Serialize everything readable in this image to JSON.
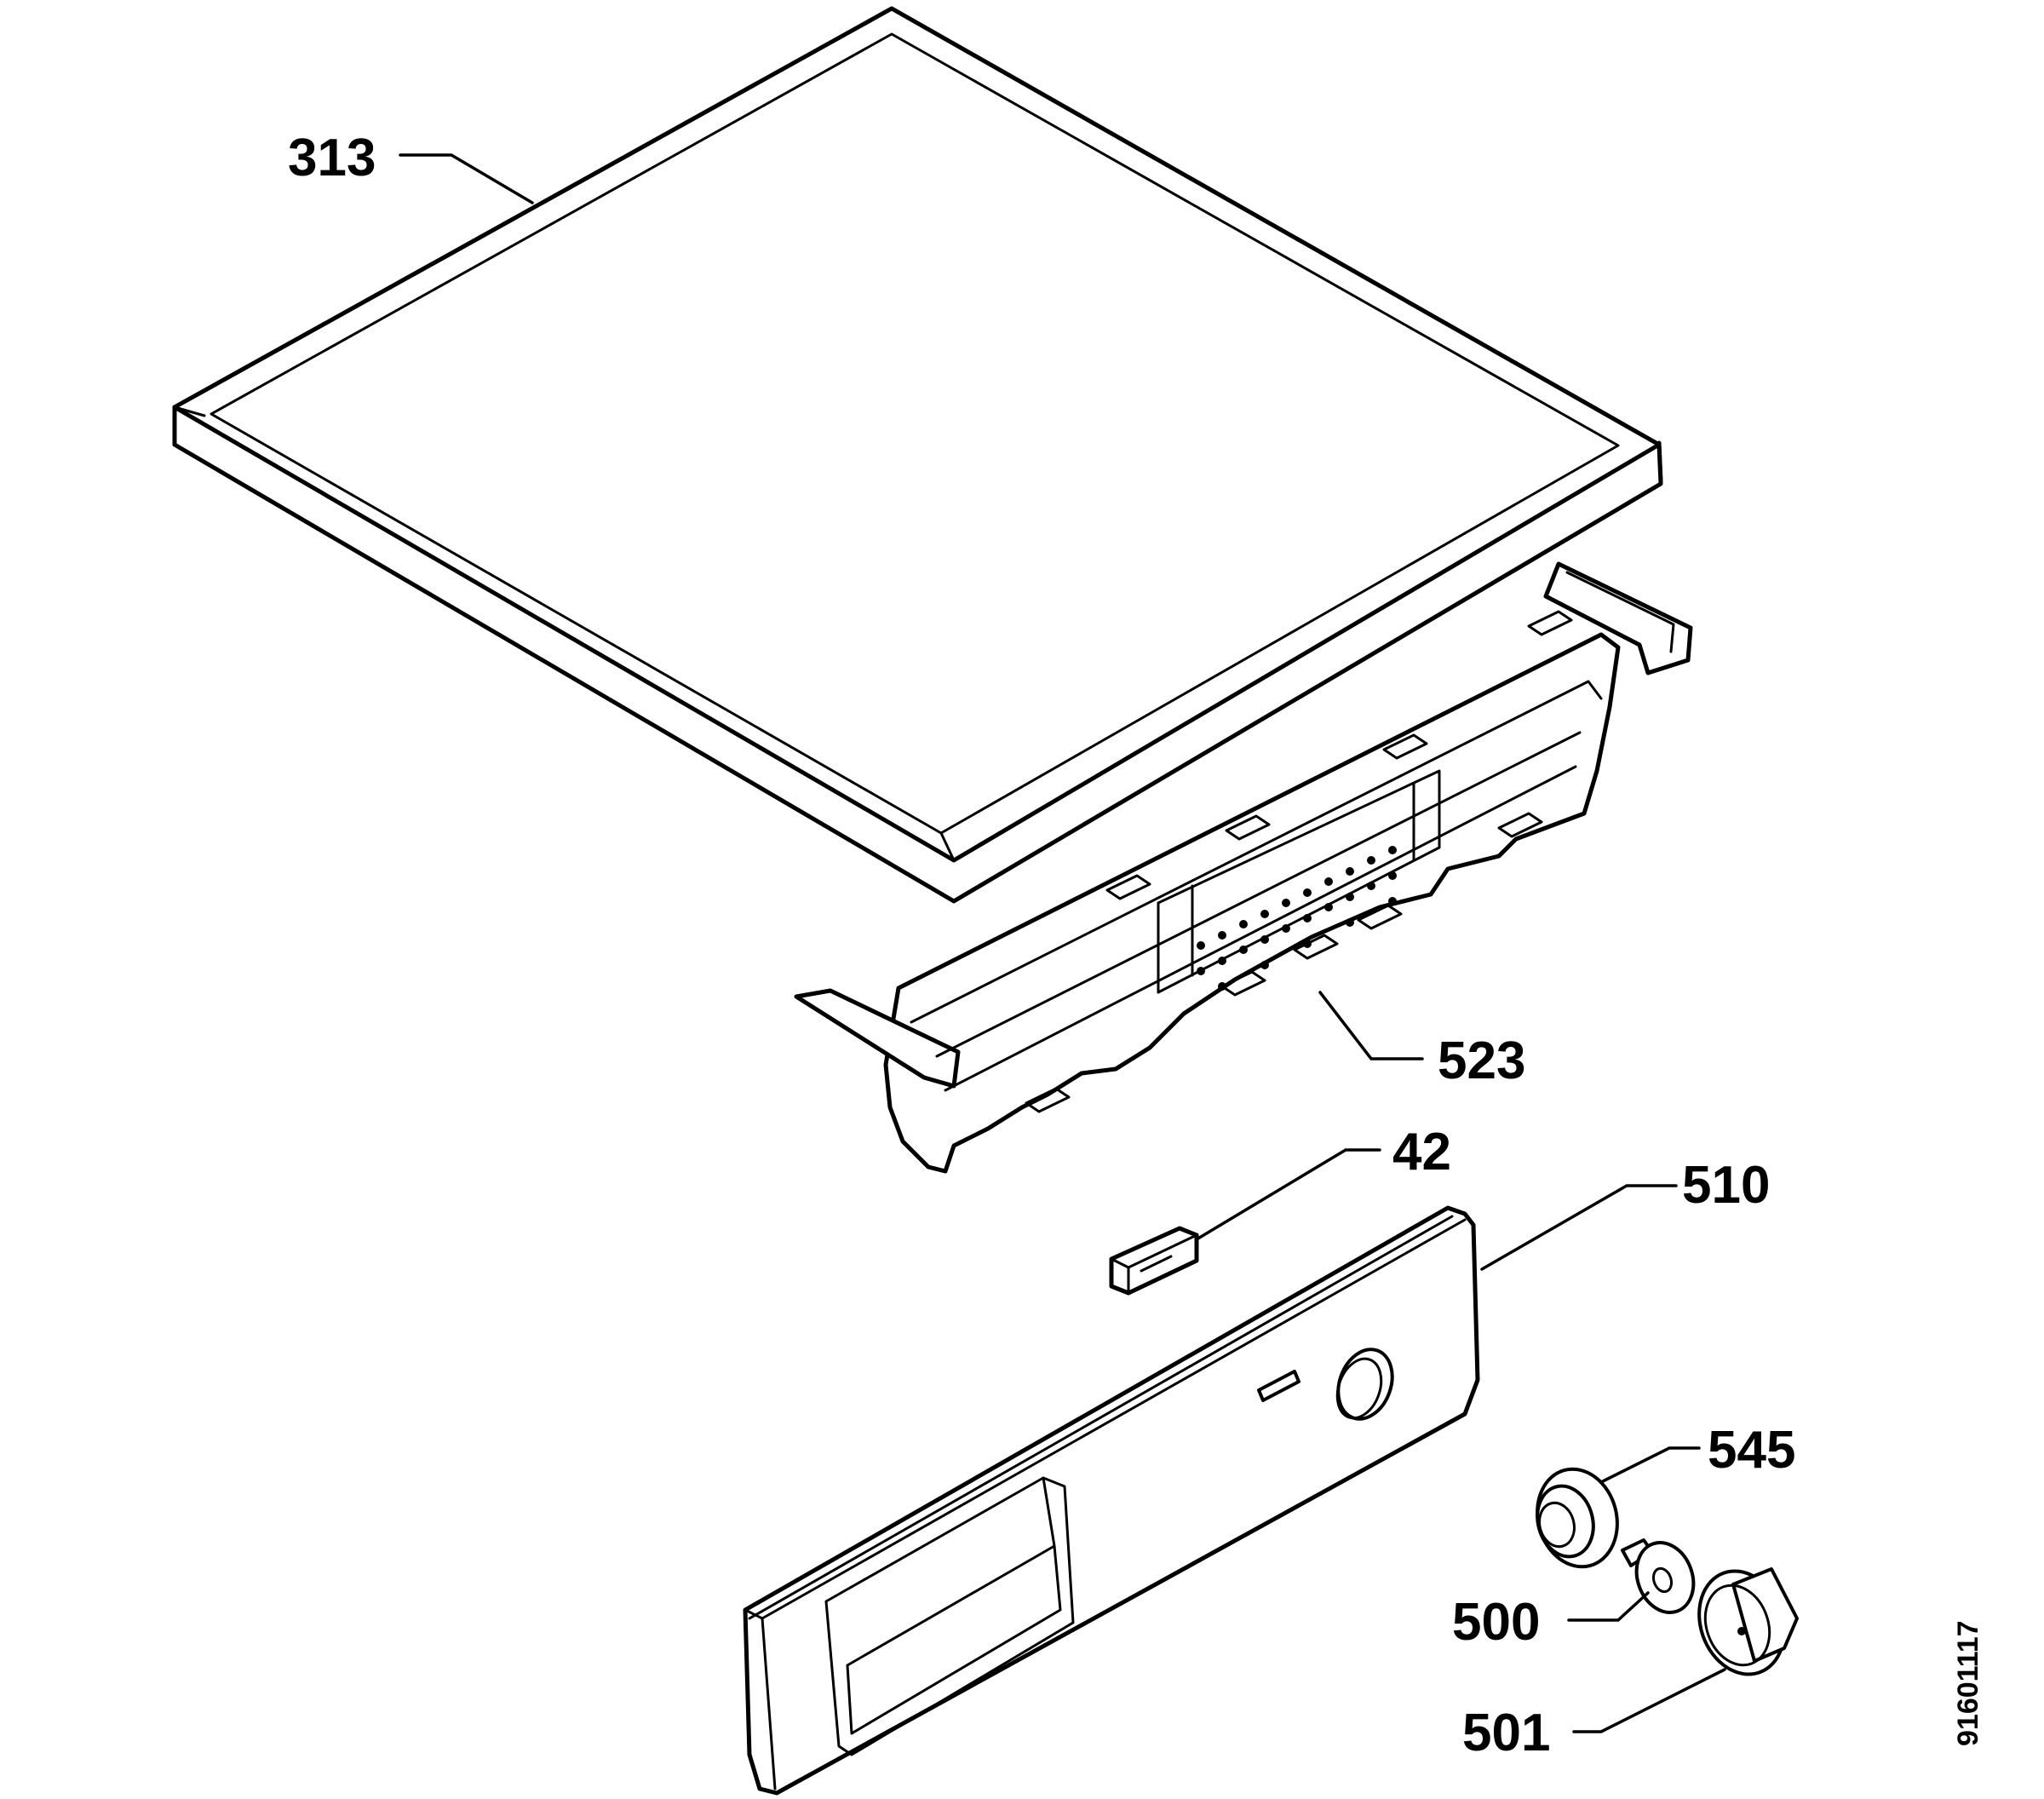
{
  "callouts": {
    "p313": "313",
    "p523": "523",
    "p42": "42",
    "p510": "510",
    "p545": "545",
    "p500": "500",
    "p501": "501"
  },
  "document_number": "91601117"
}
